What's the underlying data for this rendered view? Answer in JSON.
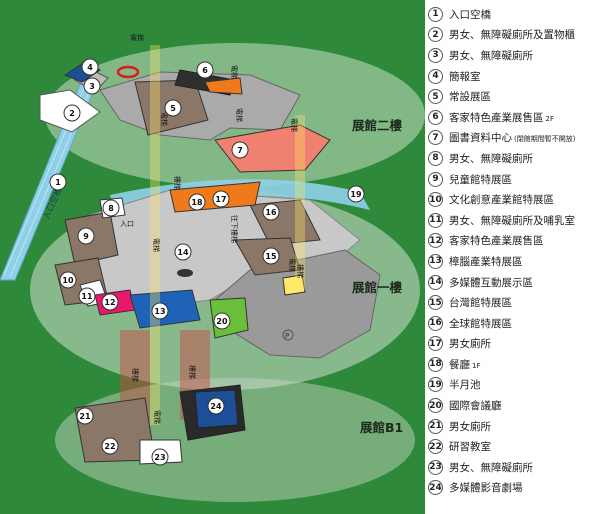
{
  "legend": [
    {
      "num": "1",
      "label": "入口空橋"
    },
    {
      "num": "2",
      "label": "男女、無障礙廁所及置物櫃"
    },
    {
      "num": "3",
      "label": "男女、無障礙廁所"
    },
    {
      "num": "4",
      "label": "簡報室"
    },
    {
      "num": "5",
      "label": "常設展區"
    },
    {
      "num": "6",
      "label": "客家特色產業展售區",
      "note": "2F"
    },
    {
      "num": "7",
      "label": "圖書資料中心",
      "note": "(閉館期間暫不開放)"
    },
    {
      "num": "8",
      "label": "男女、無障礙廁所"
    },
    {
      "num": "9",
      "label": "兒童館特展區"
    },
    {
      "num": "10",
      "label": "文化創意產業館特展區"
    },
    {
      "num": "11",
      "label": "男女、無障礙廁所及哺乳室"
    },
    {
      "num": "12",
      "label": "客家特色產業展售區"
    },
    {
      "num": "13",
      "label": "樟腦產業特展區"
    },
    {
      "num": "14",
      "label": "多媒體互動展示區"
    },
    {
      "num": "15",
      "label": "台灣館特展區"
    },
    {
      "num": "16",
      "label": "全球館特展區"
    },
    {
      "num": "17",
      "label": "男女廁所"
    },
    {
      "num": "18",
      "label": "餐廳",
      "note": "1F"
    },
    {
      "num": "19",
      "label": "半月池"
    },
    {
      "num": "20",
      "label": "國際會議廳"
    },
    {
      "num": "21",
      "label": "男女廁所"
    },
    {
      "num": "22",
      "label": "研習教室"
    },
    {
      "num": "23",
      "label": "男女、無障礙廁所"
    },
    {
      "num": "24",
      "label": "多媒體影音劇場"
    }
  ],
  "floors": {
    "second": "展館二樓",
    "first": "展館一樓",
    "basement": "展館B1"
  },
  "map_labels": {
    "elevator": "電梯",
    "stairs": "樓梯",
    "stairs_down": "往下樓梯",
    "entrance": "入口",
    "bridge_text": "入口空橋",
    "parking": "P"
  },
  "colors": {
    "background": "#2e8a3a",
    "exhibit_brown": "#8b7767",
    "exhibit_orange": "#f07a1a",
    "exhibit_salmon": "#f08070",
    "exhibit_blue": "#1f63b8",
    "exhibit_magenta": "#e8186c",
    "exhibit_green": "#6cbf3a",
    "exhibit_darkblue": "#1d4f96",
    "bridge": "#8fd0e8",
    "floor_grey": "#b5b5b5"
  }
}
